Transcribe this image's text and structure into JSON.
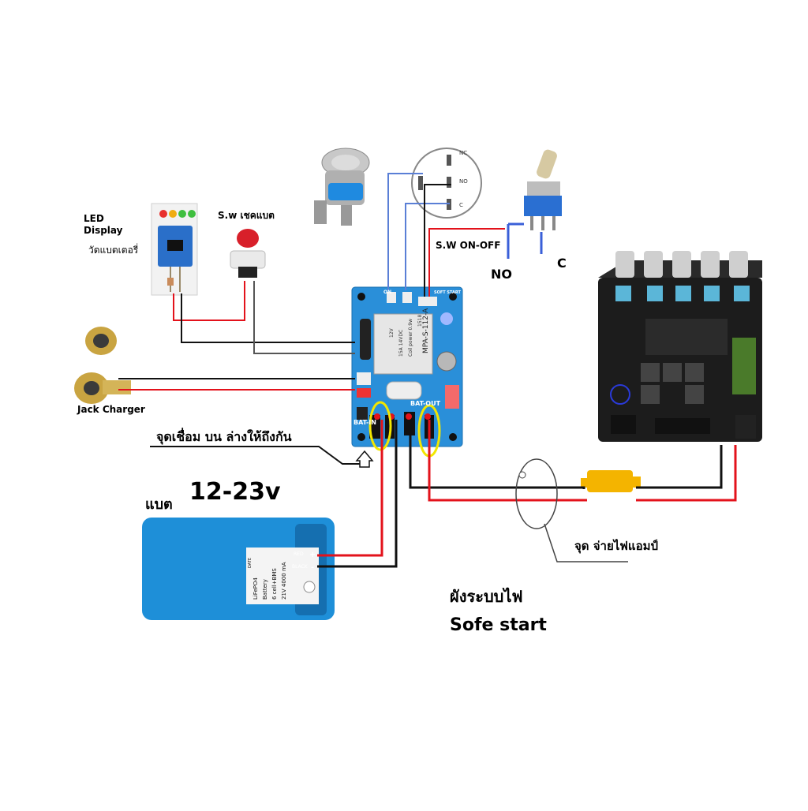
{
  "labels": {
    "led_display": "LED\nDisplay",
    "measure_battery": "วัดแบตเตอรี่",
    "sw_check": "S.w เชคแบต",
    "jack_charger": "Jack Charger",
    "sw_onoff": "S.W ON-OFF",
    "no": "NO",
    "c": "C",
    "solder_note": "จุดเชื่อม บน ล่างให้ถึงกัน",
    "battery_word": "แบต",
    "voltage": "12-23v",
    "amp_point": "จุด จ่ายไฟแอมป์",
    "diagram_title": "ผังระบบไฟ",
    "diagram_subtitle": "Sofe start"
  },
  "relay_board": {
    "relay_model": "MPA-S-112-A",
    "relay_spec": "15A 14VDC",
    "relay_coil": "Coil power 0.9w",
    "relay_voltage": "12V",
    "relay_code": "1518",
    "bat_in": "BAT-IN",
    "bat_out": "BAT-OUT",
    "on": "ON",
    "soft_start": "SOFT START"
  },
  "battery": {
    "red": "RED",
    "black": "BLACK",
    "plus": "+",
    "minus": "-",
    "line1": "LiFePO4",
    "line2": "Battery",
    "line3": "6 cell+BMS",
    "line4": "21V 4000 mA",
    "date": "DATE"
  },
  "push_switch_contacts": {
    "nc": "NC",
    "no": "NO",
    "c": "C"
  },
  "colors": {
    "wire_red": "#e3121b",
    "wire_black": "#111111",
    "wire_blue": "#5a7fd6",
    "board_blue": "#2a8fd9",
    "battery_blue": "#1e8fd8",
    "amp_black": "#1c1c1c",
    "xt60_yellow": "#f4b400",
    "highlight_yellow": "#f2e600"
  }
}
